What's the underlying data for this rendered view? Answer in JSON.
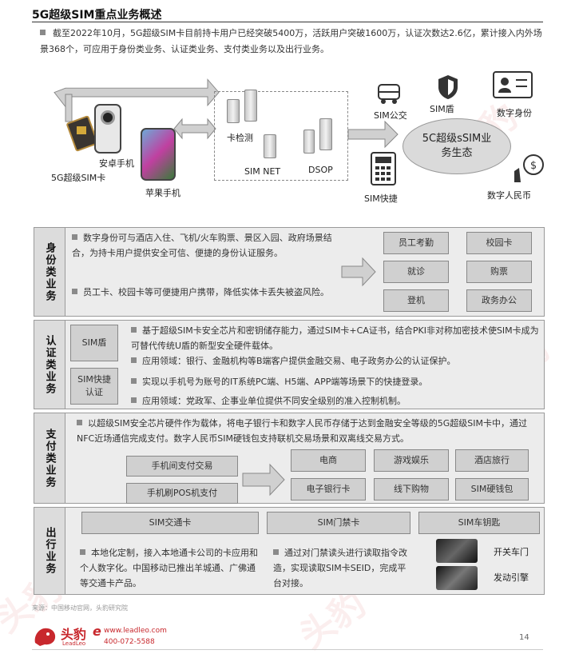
{
  "title": "5G超级SIM重点业务概述",
  "intro": "截至2022年10月，5G超级SIM卡目前持卡用户已经突破5400万，活跃用户突破1600万，认证次数达2.6亿，累计接入内外场景368个，可应用于身份类业务、认证类业务、支付类业务以及出行业务。",
  "diagram": {
    "android_phone": "安卓手机",
    "sim_card": "5G超级SIM卡",
    "iphone": "苹果手机",
    "card_check": "卡检测",
    "sim_net": "SIM NET",
    "dsop": "DSOP",
    "ecosystem": "5C超级sSIM业务生态",
    "sim_bus": "SIM公交",
    "sim_shield": "SIM盾",
    "digital_id": "数字身份",
    "sim_quick": "SIM快捷",
    "digital_rmb": "数字人民币"
  },
  "identity": {
    "header": "身份类业务",
    "bullets": [
      "数字身份可与酒店入住、飞机/火车购票、景区入园、政府场景结合，为持卡用户提供安全可信、便捷的身份认证服务。",
      "员工卡、校园卡等可便捷用户携带，降低实体卡丢失被盗风险。"
    ],
    "boxes": [
      "员工考勤",
      "校园卡",
      "就诊",
      "购票",
      "登机",
      "政务办公"
    ]
  },
  "auth": {
    "header": "认证类业务",
    "left_boxes": [
      "SIM盾",
      "SIM快捷认证"
    ],
    "bullets": [
      "基于超级SIM卡安全芯片和密钥储存能力，通过SIM卡+CA证书，结合PKI非对称加密技术使SIM卡成为可替代传统U盾的新型安全硬件载体。",
      "应用领域：银行、金融机构等B端客户提供金融交易、电子政务办公的认证保护。",
      "实现以手机号为账号的IT系统PC端、H5端、APP端等场景下的快捷登录。",
      "应用领域：党政军、企事业单位提供不同安全级别的准入控制机制。"
    ]
  },
  "payment": {
    "header": "支付类业务",
    "bullet": "以超级SIM安全芯片硬件作为载体，将电子银行卡和数字人民币存储于达到金融安全等级的5G超级SIM卡中，通过NFC近场通信完成支付。数字人民币SIM硬钱包支持联机交易场景和双离线交易方式。",
    "left_boxes": [
      "手机间支付交易",
      "手机刷POS机支付"
    ],
    "right_boxes": [
      "电商",
      "游戏娱乐",
      "酒店旅行",
      "电子银行卡",
      "线下购物",
      "SIM硬钱包"
    ]
  },
  "travel": {
    "header": "出行业务",
    "top_boxes": [
      "SIM交通卡",
      "SIM门禁卡",
      "SIM车钥匙"
    ],
    "bullet1": "本地化定制，接入本地通卡公司的卡应用和个人数字化。中国移动已推出羊城通、广佛通等交通卡产品。",
    "bullet2": "通过对门禁读头进行读取指令改造，实现读取SIM卡SEID，完成平台对接。",
    "car_labels": [
      "开关车门",
      "发动引擎"
    ]
  },
  "source": "来源：中国移动官网，头豹研究院",
  "footer": {
    "brand": "头豹",
    "brand_en": "LeadLeo",
    "website": "www.leadleo.com",
    "phone": "400-072-5588",
    "page": "14"
  },
  "watermark": "头豹",
  "colors": {
    "brand_red": "#c8282d",
    "box_gray": "#d0d0d0",
    "section_bg": "#ececec"
  }
}
